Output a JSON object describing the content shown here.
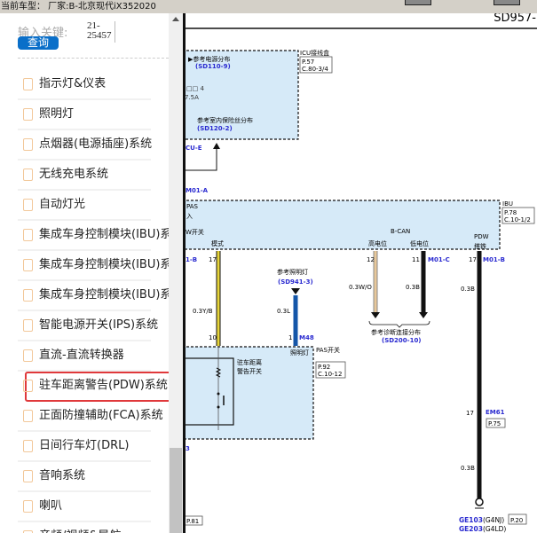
{
  "topbar": {
    "vehicle": "当前车型： 厂家:B-北京现代iX352020"
  },
  "sidebar": {
    "search_label": "输入关键:",
    "search_value": "21-25457",
    "search_button": "查询",
    "items": [
      "指示灯&仪表",
      "照明灯",
      "点烟器(电源插座)系统",
      "无线充电系统",
      "自动灯光",
      "集成车身控制模块(IBU)系统",
      "集成车身控制模块(IBU)系统",
      "集成车身控制模块(IBU)系统",
      "智能电源开关(IPS)系统",
      "直流-直流转换器",
      "驻车距离警告(PDW)系统",
      "正面防撞辅助(FCA)系统",
      "日间行车灯(DRL)",
      "音响系统",
      "喇叭",
      "音频/视频&导航"
    ],
    "selected_index": 10
  },
  "diagram": {
    "page_id": "SD957-",
    "icu": {
      "ref1": "▶参考电源分布",
      "ref1_code": "(SD110-9)",
      "fuse_no": "□□ 4",
      "fuse_amp": "7.5A",
      "ref2": "参考室内保险丝分布",
      "ref2_code": "(SD120-2)",
      "title": "ICU接线盒",
      "page": "P.57",
      "conn": "C.80-3/4",
      "conn_label": "CU-E"
    },
    "ibu": {
      "conn_a": "M01-A",
      "pas": "PAS",
      "in": "入",
      "sw": "W开关",
      "mode": "模式",
      "bcan": "B-CAN",
      "high": "高电位",
      "low": "低电位",
      "pdw": "PDW",
      "gnd": "搭铁",
      "title": "IBU",
      "page": "P.78",
      "conn": "C.10-1/2"
    },
    "wires": {
      "yellow": {
        "pin_top": "17",
        "conn": "1-B",
        "spec": "0.3Y/B",
        "pin_bot": "10"
      },
      "blue": {
        "ref": "参考照明灯",
        "ref_code": "(SD941-3)",
        "spec": "0.3L",
        "pin": "1",
        "conn": "M48"
      },
      "wo": {
        "pin": "12",
        "spec": "0.3W/O"
      },
      "black1": {
        "pin": "11",
        "conn": "M01-C",
        "spec": "0.3B"
      },
      "diag_ref": "参考诊断连接分布",
      "diag_code": "(SD200-10)",
      "black2": {
        "pin": "17",
        "conn": "M01-B",
        "spec": "0.3B",
        "pin2": "17",
        "conn2": "EM61",
        "page2": "P.75",
        "spec2": "0.3B"
      }
    },
    "pas": {
      "lamp": "照明灯",
      "title": "PAS开关",
      "page": "P.92",
      "conn": "C.10-12",
      "switch": "驻车距离",
      "switch2": "警告开关",
      "conn_label": "3",
      "page_bottom": "P.81"
    },
    "ground": {
      "g1": "GE103",
      "g1_note": "(G4NJ)",
      "g2": "GE203",
      "g2_note": "(G4LD)",
      "page": "P.20"
    },
    "colors": {
      "box_fill": "#d6eaf8",
      "ref_blue": "#2a2ad0",
      "yellow_wire": "#e6d43a",
      "blue_wire": "#1456a8",
      "wo_wire": "#e8c89a"
    }
  }
}
